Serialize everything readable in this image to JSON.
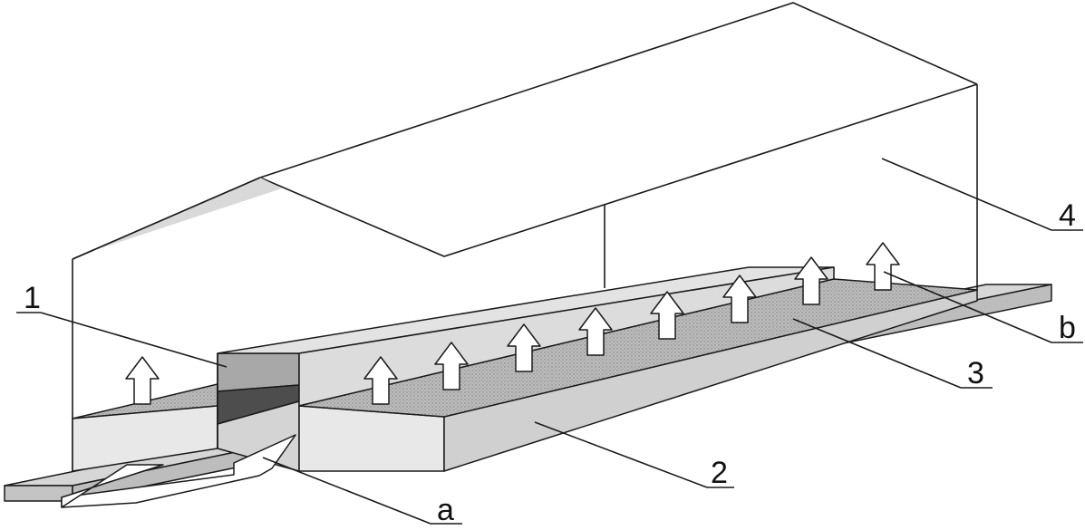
{
  "diagram": {
    "callouts": [
      {
        "id": "1",
        "text": "1"
      },
      {
        "id": "2",
        "text": "2"
      },
      {
        "id": "3",
        "text": "3"
      },
      {
        "id": "4",
        "text": "4"
      },
      {
        "id": "a",
        "text": "a"
      },
      {
        "id": "b",
        "text": "b"
      }
    ],
    "colors": {
      "outline": "#1a1a1a",
      "base_top": "#d9d9d9",
      "base_side": "#c4c4c4",
      "pile_front": "#e6e6e6",
      "pile_side": "#cfcfcf",
      "pile_top": "#b5b5b5",
      "duct_light": "#a8a8a8",
      "duct_dark": "#4d4d4d",
      "arrow_fill": "#ffffff"
    },
    "icons": [
      "up-arrow-icon",
      "inlet-arrow-icon"
    ]
  }
}
